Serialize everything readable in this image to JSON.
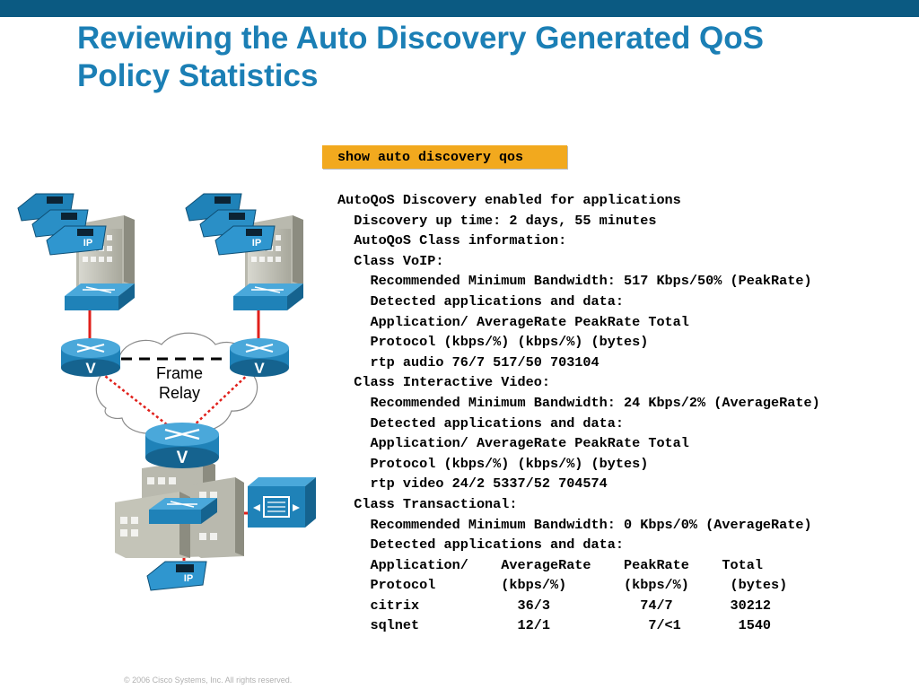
{
  "header": {
    "bar_color": "#0b5a82",
    "title_line1": "Reviewing the Auto Discovery Generated QoS",
    "title_line2": "Policy Statistics"
  },
  "command": {
    "text": "show auto discovery qos",
    "highlight_color": "#f2a91e"
  },
  "output_lines": [
    "AutoQoS Discovery enabled for applications",
    "  Discovery up time: 2 days, 55 minutes",
    "  AutoQoS Class information:",
    "  Class VoIP:",
    "    Recommended Minimum Bandwidth: 517 Kbps/50% (PeakRate)",
    "    Detected applications and data:",
    "    Application/ AverageRate PeakRate Total",
    "    Protocol (kbps/%) (kbps/%) (bytes)",
    "    rtp audio 76/7 517/50 703104",
    "  Class Interactive Video:",
    "    Recommended Minimum Bandwidth: 24 Kbps/2% (AverageRate)",
    "    Detected applications and data:",
    "    Application/ AverageRate PeakRate Total",
    "    Protocol (kbps/%) (kbps/%) (bytes)",
    "    rtp video 24/2 5337/52 704574",
    "  Class Transactional:",
    "    Recommended Minimum Bandwidth: 0 Kbps/0% (AverageRate)",
    "    Detected applications and data:",
    "    Application/    AverageRate    PeakRate    Total",
    "    Protocol        (kbps/%)       (kbps/%)     (bytes)",
    "    citrix            36/3           74/7       30212",
    "    sqlnet            12/1            7/<1       1540"
  ],
  "diagram": {
    "cloud_label_line1": "Frame",
    "cloud_label_line2": "Relay",
    "phone_label": "IP",
    "router_label": "V",
    "icons": [
      "ip-phone-icon",
      "building-icon",
      "switch-icon",
      "voice-router-icon",
      "frame-relay-cloud-icon",
      "call-manager-icon"
    ],
    "link_color": "#e0201b",
    "device_color": "#1f82b8"
  },
  "footer": {
    "copyright": "© 2006 Cisco Systems, Inc. All rights reserved."
  }
}
